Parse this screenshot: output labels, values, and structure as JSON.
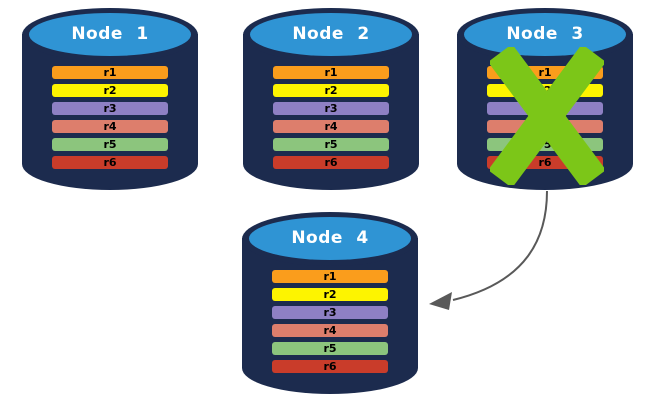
{
  "nodes": [
    {
      "title": "Node 1"
    },
    {
      "title": "Node 2"
    },
    {
      "title": "Node 3"
    },
    {
      "title": "Node 4"
    }
  ],
  "rows": [
    {
      "label": "r1",
      "color": "#FA9D1C"
    },
    {
      "label": "r2",
      "color": "#FDF400"
    },
    {
      "label": "r3",
      "color": "#8E80C4"
    },
    {
      "label": "r4",
      "color": "#DD7E6C"
    },
    {
      "label": "r5",
      "color": "#8CC57D"
    },
    {
      "label": "r6",
      "color": "#C93C2A"
    }
  ],
  "colors": {
    "canvas_bg": "#FFFFFF",
    "cylinder_body": "#1C2B4E",
    "cylinder_top": "#2F94D4",
    "title_text": "#FFFFFF",
    "row_text": "#000000",
    "failure_x": "#7CC618",
    "arrow": "#595959"
  },
  "icons": {
    "failure_marker": "green-x-mark",
    "arrow": "curved-arrow"
  }
}
